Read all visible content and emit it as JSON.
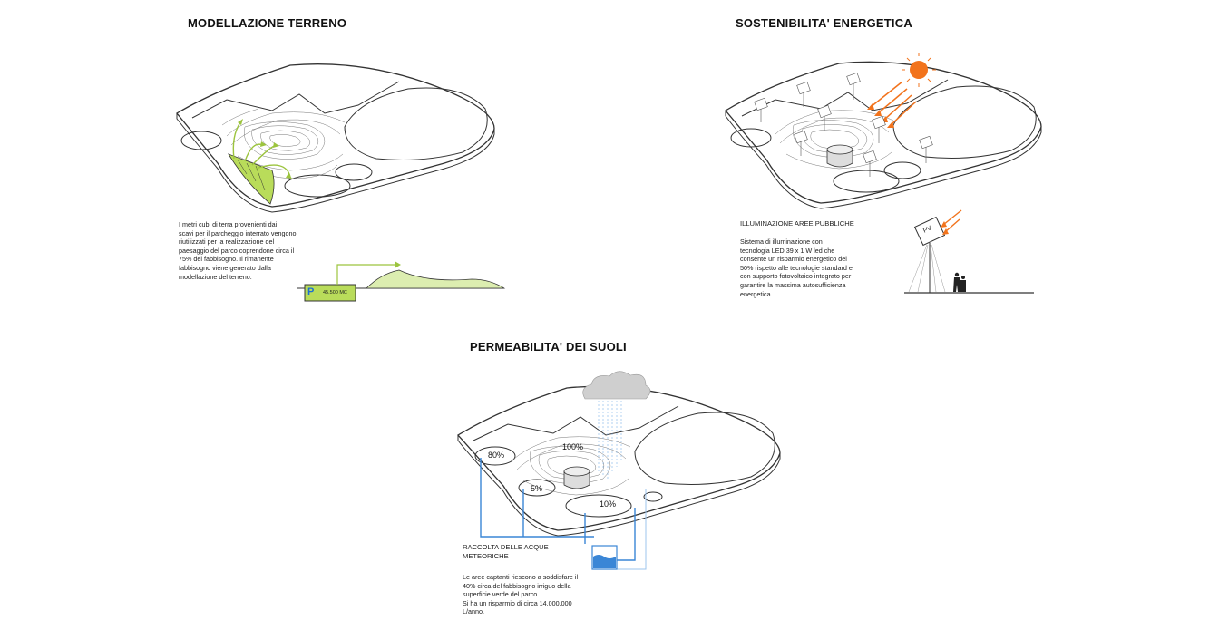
{
  "terreno": {
    "title": "MODELLAZIONE TERRENO",
    "desc": [
      "I metri cubi di terra provenienti dai",
      "scavi per il parcheggio interrato vengono",
      "riutilizzati per la realizzazione del",
      "paesaggio del parco coprendone circa il",
      "75% del fabbisogno. Il rimanente",
      "fabbisogno viene generato dalla",
      "modellazione del terreno."
    ],
    "parking_letter": "P",
    "parking_volume": "45.500 MC"
  },
  "energia": {
    "title": "SOSTENIBILITA' ENERGETICA",
    "subtitle": "ILLUMINAZIONE AREE PUBBLICHE",
    "desc": [
      "Sistema di illuminazione con",
      "tecnologia LED 39 x 1 W led che",
      "consente un risparmio energetico del",
      "50% rispetto alle tecnologie standard e",
      "con supporto fotovoltaico integrato per",
      "garantire la massima autosufficienza",
      "energetica"
    ],
    "panel_label": "PV"
  },
  "suoli": {
    "title": "PERMEABILITA' DEI SUOLI",
    "percentages": {
      "p80": "80%",
      "p100": "100%",
      "p5": "5%",
      "p10": "10%"
    },
    "subtitle": [
      "RACCOLTA DELLE ACQUE",
      "METEORICHE"
    ],
    "desc": [
      "Le aree captanti riescono a soddisfare il",
      "40% circa del fabbisogno irriguo della",
      "superficie verde del parco.",
      "Si ha un risparmio di circa 14.000.000",
      "L/anno."
    ]
  },
  "colors": {
    "green": "#b9dc5a",
    "orange": "#f2731c",
    "blue": "#3a86d6",
    "line": "#333333"
  }
}
